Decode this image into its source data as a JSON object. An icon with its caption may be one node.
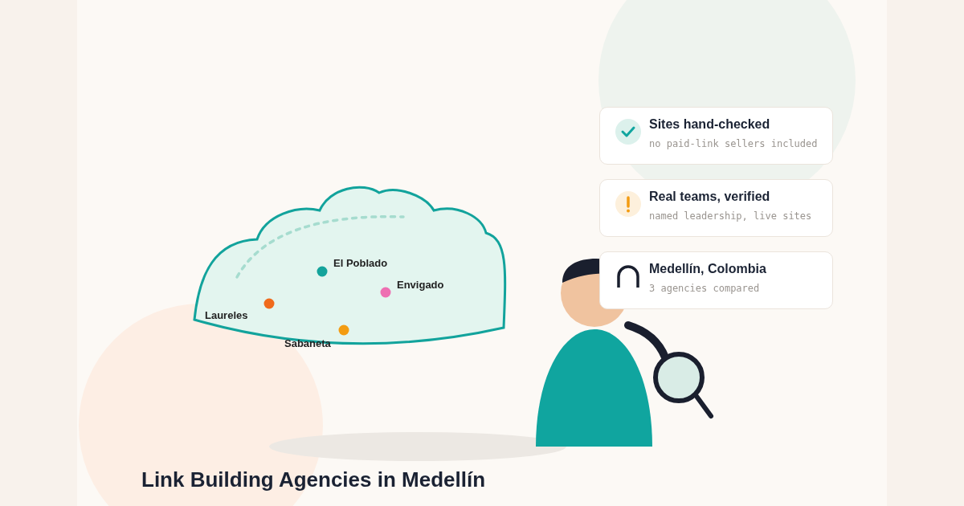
{
  "diagram": {
    "title": "Link Building Agencies in Medellín",
    "nodes": [
      {
        "text": [
          "Sites hand-checked",
          "no paid-link sellers included"
        ]
      },
      {
        "text": [
          "Real teams, verified",
          "named leadership, live sites"
        ]
      },
      {
        "text": [
          "Medellín, Colombia",
          "3 agencies compared"
        ]
      }
    ],
    "labels": [
      "El Poblado",
      "Envigado",
      "Laureles",
      "Sabaneta"
    ]
  }
}
